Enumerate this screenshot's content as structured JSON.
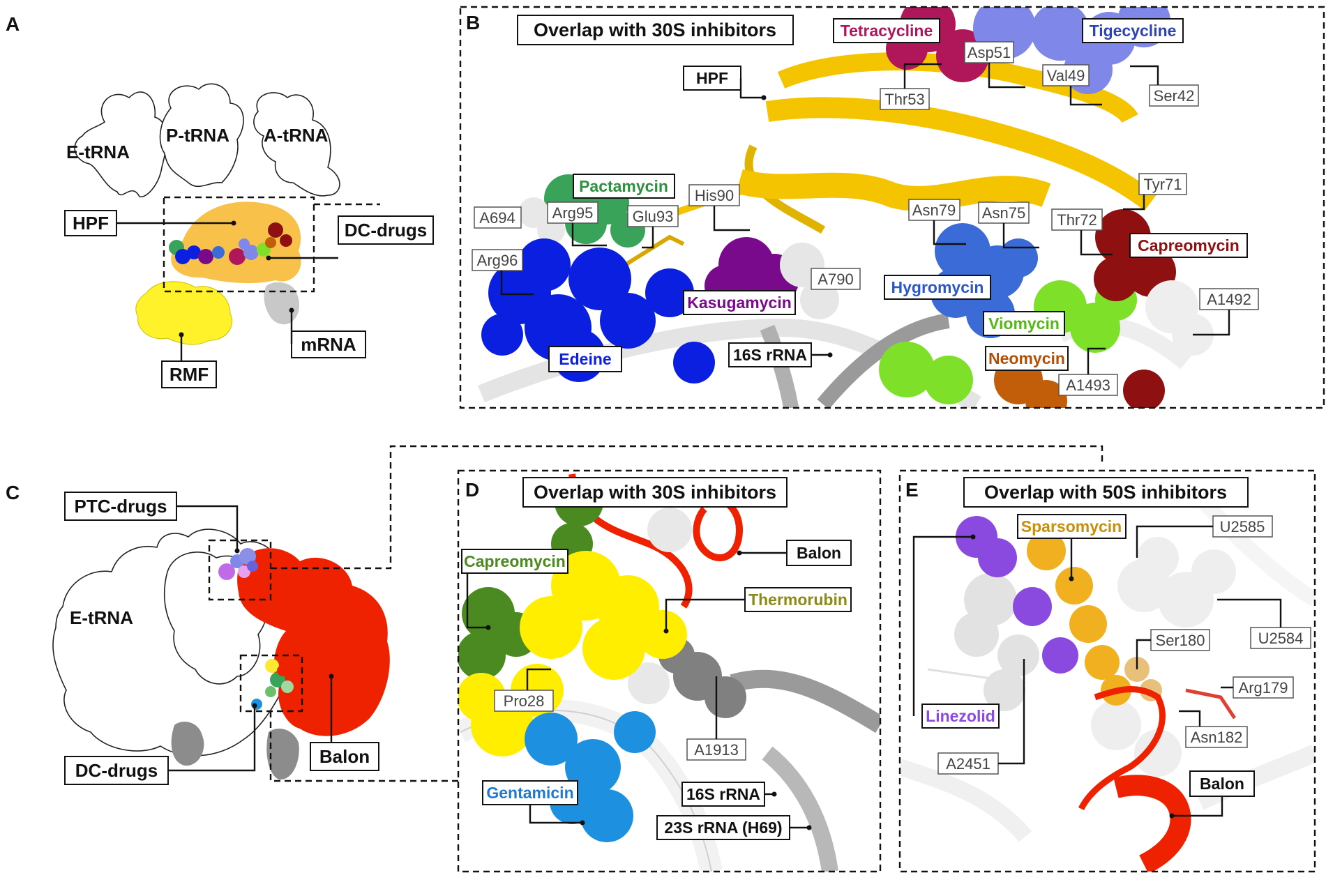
{
  "panels": {
    "A": "A",
    "B": "B",
    "C": "C",
    "D": "D",
    "E": "E"
  },
  "panel_a": {
    "e_trna": "E-tRNA",
    "p_trna": "P-tRNA",
    "a_trna": "A-tRNA",
    "hpf": "HPF",
    "dc_drugs": "DC-drugs",
    "mrna": "mRNA",
    "rmf": "RMF"
  },
  "panel_b": {
    "title": "Overlap with 30S inhibitors",
    "hpf": "HPF",
    "tetracycline": "Tetracycline",
    "tigecycline": "Tigecycline",
    "pactamycin": "Pactamycin",
    "kasugamycin": "Kasugamycin",
    "edeine": "Edeine",
    "hygromycin": "Hygromycin",
    "viomycin": "Viomycin",
    "neomycin": "Neomycin",
    "capreomycin": "Capreomycin",
    "rrna16s": "16S rRNA",
    "residues": {
      "asp51": "Asp51",
      "thr53": "Thr53",
      "val49": "Val49",
      "ser42": "Ser42",
      "a694": "A694",
      "arg95": "Arg95",
      "glu93": "Glu93",
      "his90": "His90",
      "arg96": "Arg96",
      "asn79": "Asn79",
      "asn75": "Asn75",
      "thr72": "Thr72",
      "tyr71": "Tyr71",
      "a790": "A790",
      "a1492": "A1492",
      "a1493": "A1493"
    }
  },
  "panel_c": {
    "ptc_drugs": "PTC-drugs",
    "e_trna": "E-tRNA",
    "dc_drugs": "DC-drugs",
    "balon": "Balon"
  },
  "panel_d": {
    "title": "Overlap with 30S inhibitors",
    "capreomycin": "Capreomycin",
    "balon": "Balon",
    "thermorubin": "Thermorubin",
    "pro28": "Pro28",
    "a1913": "A1913",
    "gentamicin": "Gentamicin",
    "rrna16s": "16S rRNA",
    "rrna23s": "23S rRNA (H69)"
  },
  "panel_e": {
    "title": "Overlap with 50S inhibitors",
    "sparsomycin": "Sparsomycin",
    "u2585": "U2585",
    "u2584": "U2584",
    "ser180": "Ser180",
    "arg179": "Arg179",
    "asn182": "Asn182",
    "linezolid": "Linezolid",
    "a2451": "A2451",
    "balon": "Balon"
  },
  "colors": {
    "hpf_gold": "#f5c400",
    "edeine": "#0a1fe0",
    "kasugamycin": "#7a0a8c",
    "tetracycline": "#b0175a",
    "tigecycline": "#7f88e8",
    "pactamycin": "#3aa35a",
    "hygromycin": "#3a6bd6",
    "viomycin": "#7fe02a",
    "neomycin": "#c25e0a",
    "capreomycin": "#8e1010",
    "capreomycin_d": "#4a8a20",
    "thermorubin": "#8c8a18",
    "gentamicin": "#1e90e0",
    "balon": "#ee2200",
    "sparsomycin": "#f0b020",
    "linezolid": "#8a4ae0",
    "rmf": "#fff22a"
  }
}
